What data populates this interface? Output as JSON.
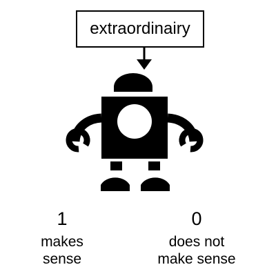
{
  "word": "extraordinairy",
  "options": [
    {
      "value": "1",
      "label_line1": "makes",
      "label_line2": "sense"
    },
    {
      "value": "0",
      "label_line1": "does not",
      "label_line2": "make sense"
    }
  ],
  "colors": {
    "ink": "#000000",
    "background": "#ffffff"
  },
  "icons": {
    "pointer": "down-arrow-icon",
    "figure": "robot-icon"
  }
}
